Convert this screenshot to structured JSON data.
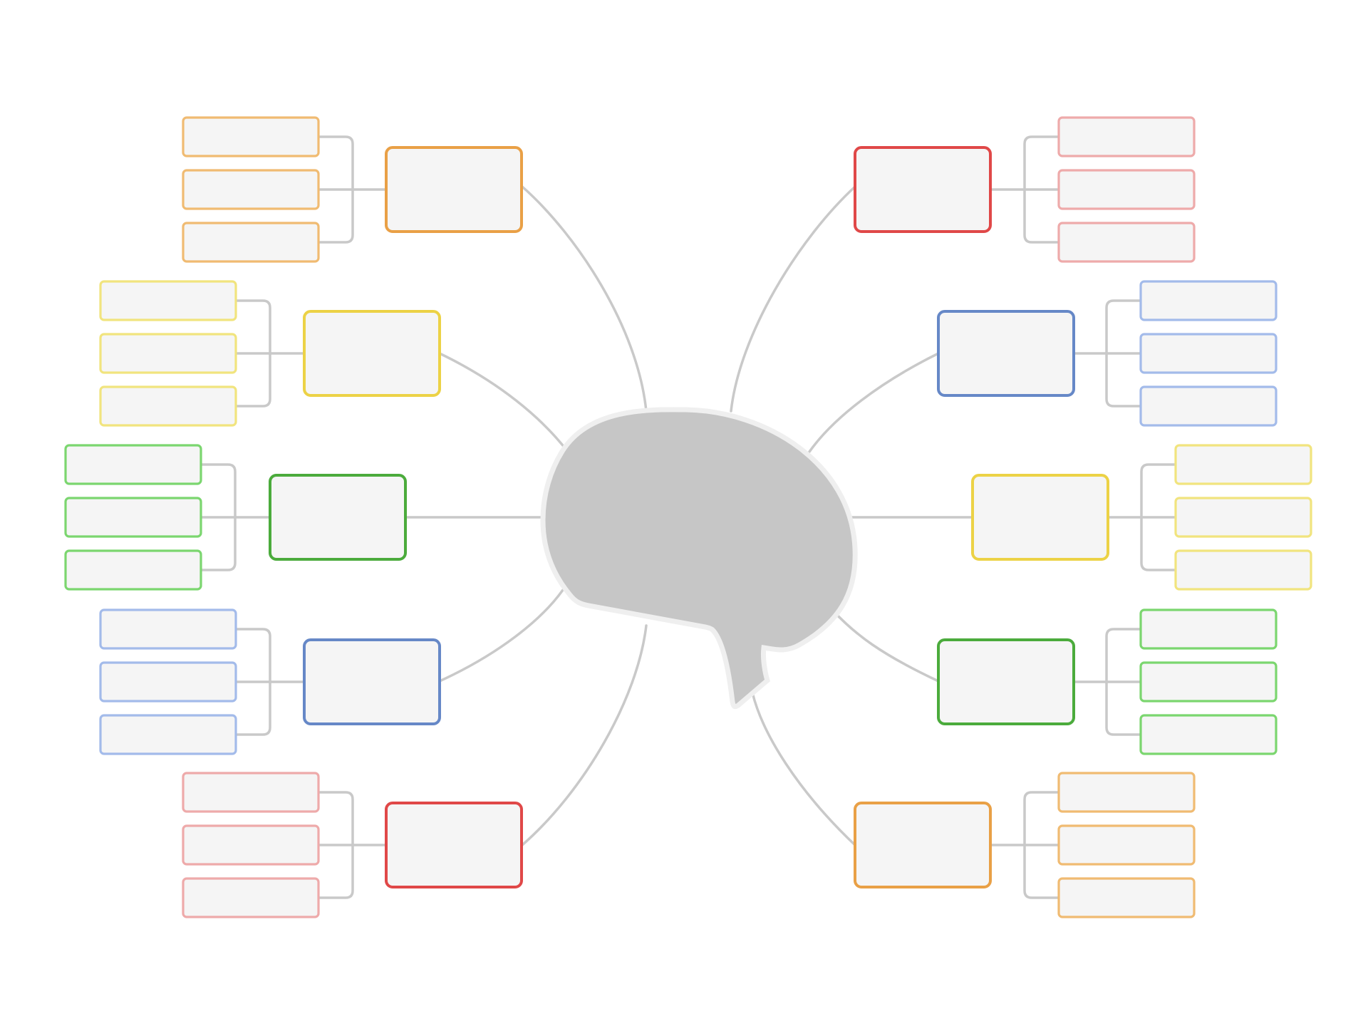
{
  "colors": {
    "line": "#c9c9c9",
    "box_fill": "#f5f5f5",
    "center_fill": "#c6c6c6",
    "center_outline": "#efefef",
    "center_stroke": "#d6d6d6"
  },
  "center": {
    "label": ""
  },
  "branches": [
    {
      "id": "top-left",
      "side": "left",
      "color": "#e9a046",
      "leaf_color": "#f0bb72",
      "label": "",
      "subtopics": [
        "",
        "",
        ""
      ]
    },
    {
      "id": "upper-left",
      "side": "left",
      "color": "#ecd246",
      "leaf_color": "#f1e47e",
      "label": "",
      "subtopics": [
        "",
        "",
        ""
      ]
    },
    {
      "id": "middle-left",
      "side": "left",
      "color": "#4bab3c",
      "leaf_color": "#7bd66f",
      "label": "",
      "subtopics": [
        "",
        "",
        ""
      ]
    },
    {
      "id": "lower-left",
      "side": "left",
      "color": "#6688c7",
      "leaf_color": "#a3bbea",
      "label": "",
      "subtopics": [
        "",
        "",
        ""
      ]
    },
    {
      "id": "bottom-left",
      "side": "left",
      "color": "#e04848",
      "leaf_color": "#eeaaaa",
      "label": "",
      "subtopics": [
        "",
        "",
        ""
      ]
    },
    {
      "id": "top-right",
      "side": "right",
      "color": "#e04848",
      "leaf_color": "#eeaaaa",
      "label": "",
      "subtopics": [
        "",
        "",
        ""
      ]
    },
    {
      "id": "upper-right",
      "side": "right",
      "color": "#6688c7",
      "leaf_color": "#a3bbea",
      "label": "",
      "subtopics": [
        "",
        "",
        ""
      ]
    },
    {
      "id": "middle-right",
      "side": "right",
      "color": "#ecd246",
      "leaf_color": "#f1e47e",
      "label": "",
      "subtopics": [
        "",
        "",
        ""
      ]
    },
    {
      "id": "lower-right",
      "side": "right",
      "color": "#4bab3c",
      "leaf_color": "#7bd66f",
      "label": "",
      "subtopics": [
        "",
        "",
        ""
      ]
    },
    {
      "id": "bottom-right",
      "side": "right",
      "color": "#e9a046",
      "leaf_color": "#f0bb72",
      "label": "",
      "subtopics": [
        "",
        "",
        ""
      ]
    }
  ]
}
